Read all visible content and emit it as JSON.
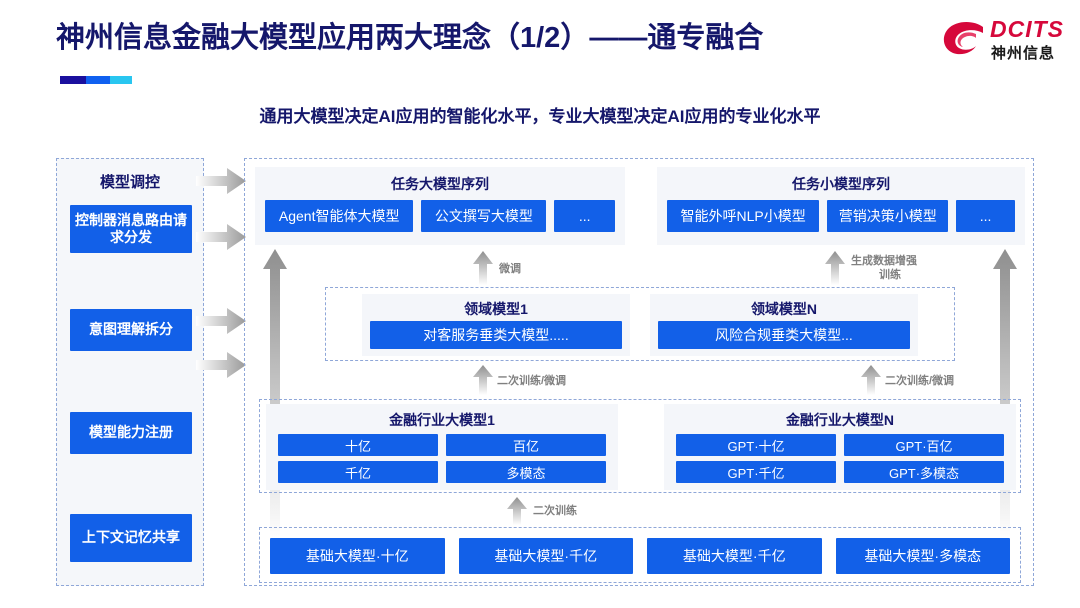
{
  "header": {
    "title": "神州信息金融大模型应用两大理念（1/2）——通专融合",
    "subtitle": "通用大模型决定AI应用的智能化水平，专业大模型决定AI应用的专业化水平",
    "logo_en": "DCITS",
    "logo_cn": "神州信息",
    "accent_colors": [
      "#1a0f9e",
      "#1060f0",
      "#29c6f0"
    ]
  },
  "colors": {
    "brand_navy": "#15176b",
    "chip_blue": "#1260e8",
    "panel_gray": "#f4f6fa",
    "dashed_border": "#8fa7d8",
    "arrow_gray": "#9a9a9a",
    "logo_red": "#d6083b"
  },
  "sidebar": {
    "title": "模型调控",
    "items": [
      {
        "label": "控制器消息路由请求分发"
      },
      {
        "label": "意图理解拆分"
      },
      {
        "label": "模型能力注册"
      },
      {
        "label": "上下文记忆共享"
      }
    ]
  },
  "task_rows": [
    {
      "title": "任务大模型序列",
      "chips": [
        {
          "label": "Agent智能体大模型",
          "width": 152
        },
        {
          "label": "公文撰写大模型",
          "width": 128
        },
        {
          "label": "...",
          "width": 62
        }
      ]
    },
    {
      "title": "任务小模型序列",
      "chips": [
        {
          "label": "智能外呼NLP小模型",
          "width": 156
        },
        {
          "label": "营销决策小模型",
          "width": 124
        },
        {
          "label": "...",
          "width": 60
        }
      ]
    }
  ],
  "domain_rows": [
    {
      "title": "领域模型1",
      "chip": "对客服务垂类大模型....."
    },
    {
      "title": "领域模型N",
      "chip": "风险合规垂类大模型..."
    }
  ],
  "industry_rows": [
    {
      "title": "金融行业大模型1",
      "chips": [
        "十亿",
        "百亿",
        "千亿",
        "多模态"
      ]
    },
    {
      "title": "金融行业大模型N",
      "chips": [
        "GPT·十亿",
        "GPT·百亿",
        "GPT·千亿",
        "GPT·多模态"
      ]
    }
  ],
  "base_row": {
    "chips": [
      "基础大模型·十亿",
      "基础大模型·千亿",
      "基础大模型·千亿",
      "基础大模型·多模态"
    ]
  },
  "arrow_labels": {
    "finetune": "微调",
    "gen_data_aug": "生成数据增强\n训练",
    "retrain_finetune": "二次训练/微调",
    "retrain": "二次训练"
  },
  "arrow_labels_flat": {
    "finetune": "微调",
    "gen_data_aug_l1": "生成数据增强",
    "gen_data_aug_l2": "训练",
    "retrain_finetune_left": "二次训练/微调",
    "retrain_finetune_right": "二次训练/微调",
    "retrain": "二次训练"
  }
}
